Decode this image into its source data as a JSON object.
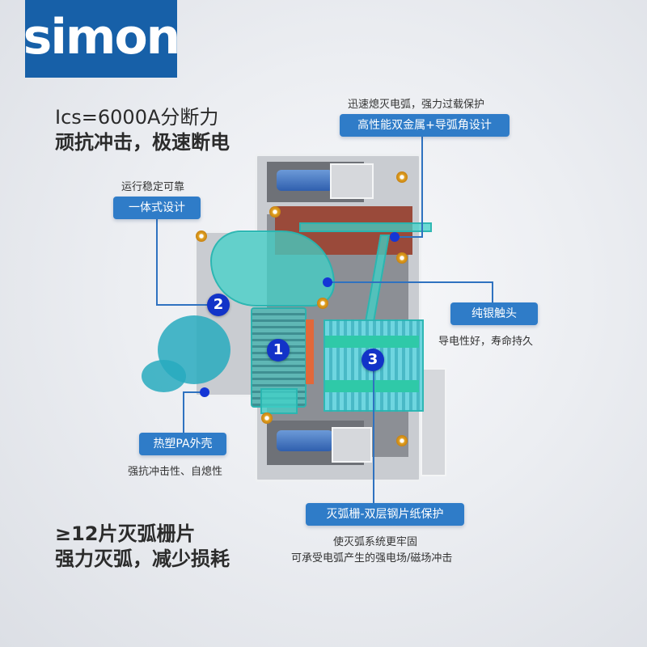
{
  "brand": {
    "logo_text": "simon",
    "logo_color": "#1760a8"
  },
  "headline_top": {
    "line1": "Ics=6000A分断力",
    "line2": "顽抗冲击，极速断电"
  },
  "headline_bottom": {
    "line1": "≥12片灭弧栅片",
    "line2": "强力灭弧，减少损耗"
  },
  "callouts": [
    {
      "id": "double-metal",
      "caption": "迅速熄灭电弧，强力过载保护",
      "label": "高性能双金属+导弧角设计"
    },
    {
      "id": "integrated",
      "caption": "运行稳定可靠",
      "label": "一体式设计"
    },
    {
      "id": "silver-contact",
      "label": "纯银触头",
      "caption": "导电性好，寿命持久"
    },
    {
      "id": "pa-shell",
      "label": "热塑PA外壳",
      "caption": "强抗冲击性、自熄性"
    },
    {
      "id": "arc-chute",
      "label": "灭弧栅-双层钢片纸保护",
      "caption_line1": "使灭弧系统更牢固",
      "caption_line2": "可承受电弧产生的强电场/磁场冲击"
    }
  ],
  "badges": [
    "1",
    "2",
    "3"
  ],
  "colors": {
    "pill": "#2f7cc8",
    "line": "#2f72c0",
    "dot": "#1436d6",
    "badge": "#1233c8",
    "teal": "#40d2c8"
  }
}
